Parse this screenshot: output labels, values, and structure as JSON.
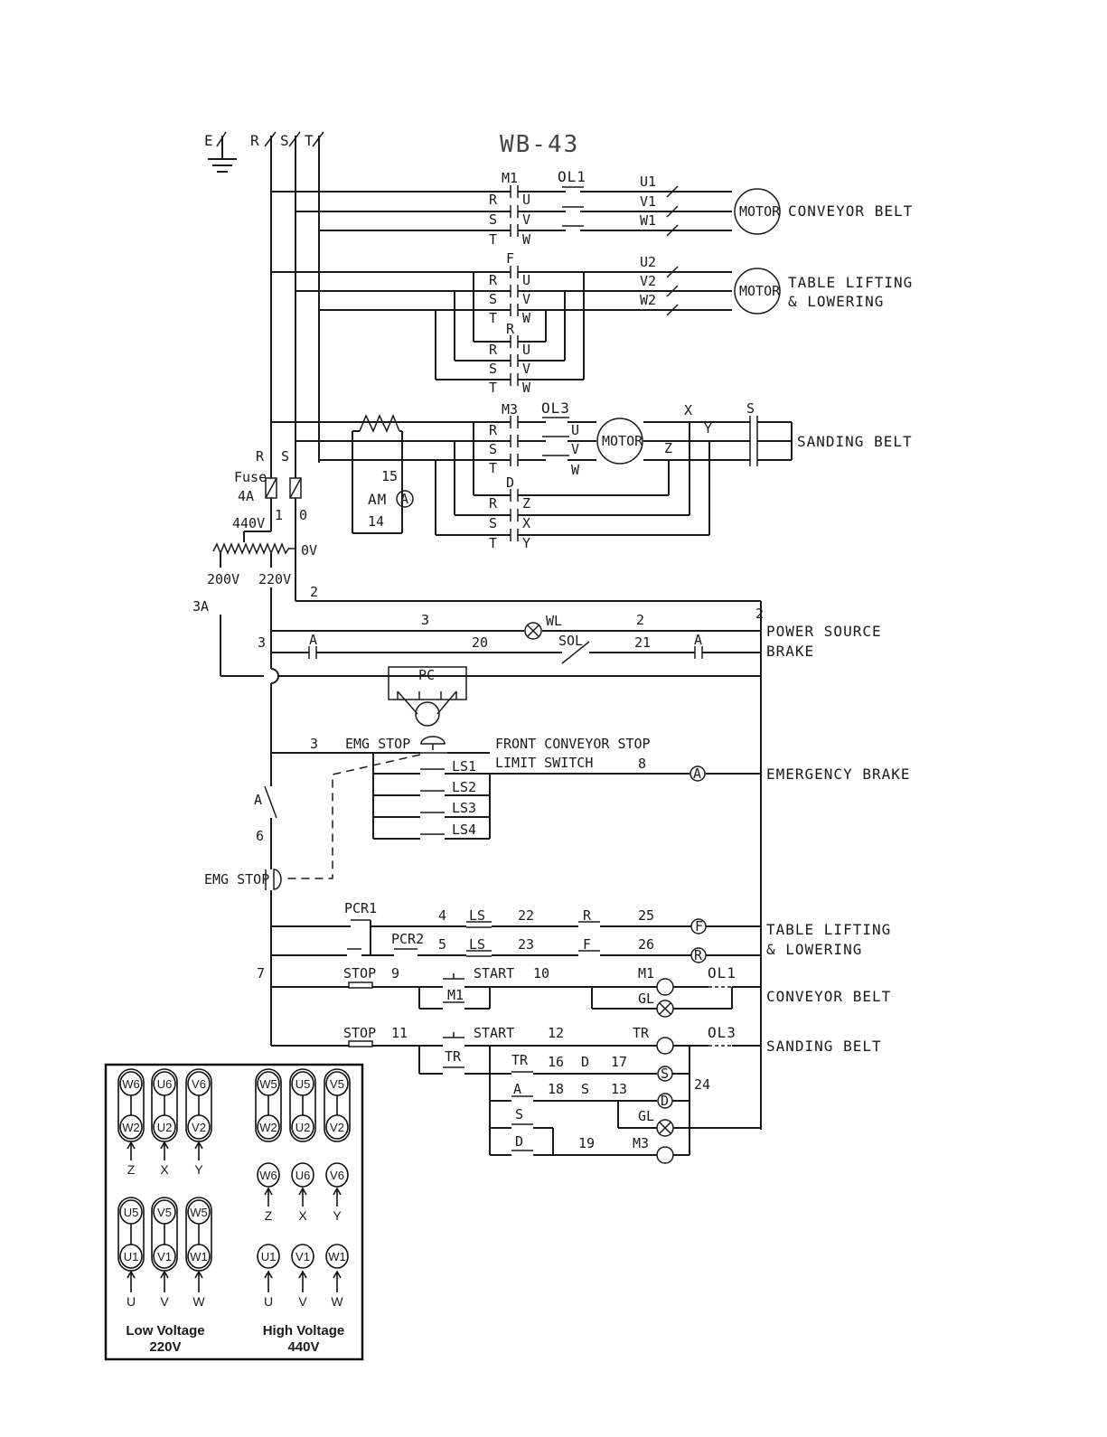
{
  "title": "WB-43",
  "supply": {
    "earth": "E",
    "phases": [
      "R",
      "S",
      "T"
    ]
  },
  "motors": {
    "conveyor": {
      "contactor": "M1",
      "overload": "OL1",
      "phases": [
        "R",
        "S",
        "T"
      ],
      "terminals": [
        "U",
        "V",
        "W"
      ],
      "leads": [
        "U1",
        "V1",
        "W1"
      ],
      "motor": "MOTOR",
      "name": "CONVEYOR BELT"
    },
    "table": {
      "fwd": "F",
      "rev": "R",
      "phases": [
        "R",
        "S",
        "T"
      ],
      "terminals": [
        "U",
        "V",
        "W"
      ],
      "leads": [
        "U2",
        "V2",
        "W2"
      ],
      "motor": "MOTOR",
      "name1": "TABLE LIFTING",
      "name2": "& LOWERING"
    },
    "sanding": {
      "contactor": "M3",
      "overload": "OL3",
      "delta": "D",
      "star": "S",
      "phases": [
        "R",
        "S",
        "T"
      ],
      "terminals": [
        "U",
        "V",
        "W"
      ],
      "out": [
        "X",
        "Y",
        "Z"
      ],
      "motor": "MOTOR",
      "name": "SANDING BELT",
      "ammeter": "AM",
      "am_symbol": "A",
      "am_top": "15",
      "am_bot": "14"
    }
  },
  "transformer": {
    "r": "R",
    "s": "S",
    "fuse": "Fuse",
    "fuse_rating": "4A",
    "w1": "1",
    "w0": "0",
    "v440": "440V",
    "v0": "0V",
    "v200": "200V",
    "v220": "220V",
    "a3": "3A"
  },
  "control": {
    "wires": {
      "w2": "2",
      "w3": "3",
      "w20": "20",
      "w21": "21",
      "w8": "8",
      "w6": "6",
      "w7": "7",
      "w4": "4",
      "w5": "5",
      "w22": "22",
      "w23": "23",
      "w25": "25",
      "w26": "26",
      "w9": "9",
      "w10": "10",
      "w11": "11",
      "w12": "12",
      "w16": "16",
      "w17": "17",
      "w18": "18",
      "w13": "13",
      "w19": "19",
      "w24": "24"
    },
    "wl": "WL",
    "sol": "SOL",
    "a": "A",
    "pc": "PC",
    "emg_stop": "EMG STOP",
    "front_stop": "FRONT CONVEYOR STOP",
    "limit_switch": "LIMIT SWITCH",
    "ls": [
      "LS1",
      "LS2",
      "LS3",
      "LS4"
    ],
    "ls_plain": "LS",
    "pcr1": "PCR1",
    "pcr2": "PCR2",
    "r": "R",
    "f": "F",
    "stop": "STOP",
    "start": "START",
    "m1": "M1",
    "gl": "GL",
    "ol1": "OL1",
    "tr": "TR",
    "ol3": "OL3",
    "s": "S",
    "d": "D",
    "m3": "M3",
    "coil_f": "F",
    "coil_r": "R",
    "coil_a": "A",
    "coil_s": "S",
    "coil_d": "D",
    "rails": {
      "num2": "2",
      "power": "POWER SOURCE",
      "brake": "BRAKE",
      "emg_brake": "EMERGENCY BRAKE",
      "table1": "TABLE LIFTING",
      "table2": "& LOWERING",
      "conveyor": "CONVEYOR BELT",
      "sanding": "SANDING BELT"
    }
  },
  "connection_box": {
    "low": {
      "top": [
        "W6",
        "U6",
        "V6"
      ],
      "mid": [
        "W2",
        "U2",
        "V2"
      ],
      "mid_arrows": [
        "Z",
        "X",
        "Y"
      ],
      "lower_top": [
        "U5",
        "V5",
        "W5"
      ],
      "lower": [
        "U1",
        "V1",
        "W1"
      ],
      "lower_arrows": [
        "U",
        "V",
        "W"
      ],
      "caption1": "Low Voltage",
      "caption2": "220V"
    },
    "high": {
      "top": [
        "W5",
        "U5",
        "V5"
      ],
      "mid": [
        "W2",
        "U2",
        "V2"
      ],
      "row3": [
        "W6",
        "U6",
        "V6"
      ],
      "row3_arrows": [
        "Z",
        "X",
        "Y"
      ],
      "row4": [
        "U1",
        "V1",
        "W1"
      ],
      "row4_arrows": [
        "U",
        "V",
        "W"
      ],
      "caption1": "High Voltage",
      "caption2": "440V"
    }
  }
}
